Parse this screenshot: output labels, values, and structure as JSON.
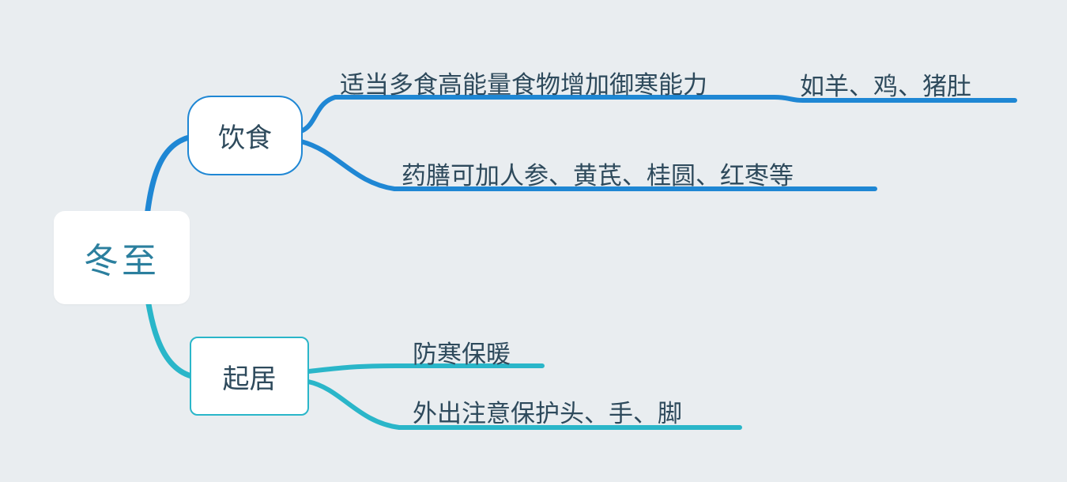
{
  "mindmap": {
    "colors": {
      "blue": "#1f87d4",
      "teal": "#2ab6c9",
      "text": "#2e4a5c",
      "root-text": "#2b7f9e",
      "bg": "#e9edf0",
      "node-bg": "#ffffff"
    },
    "root": {
      "label": "冬至"
    },
    "branches": [
      {
        "label": "饮食",
        "color": "#1f87d4",
        "children": [
          {
            "label": "适当多食高能量食物增加御寒能力",
            "children": [
              {
                "label": "如羊、鸡、猪肚"
              }
            ]
          },
          {
            "label": "药膳可加人参、黄芪、桂圆、红枣等",
            "children": []
          }
        ]
      },
      {
        "label": "起居",
        "color": "#2ab6c9",
        "children": [
          {
            "label": "防寒保暖",
            "children": []
          },
          {
            "label": "外出注意保护头、手、脚",
            "children": []
          }
        ]
      }
    ]
  }
}
